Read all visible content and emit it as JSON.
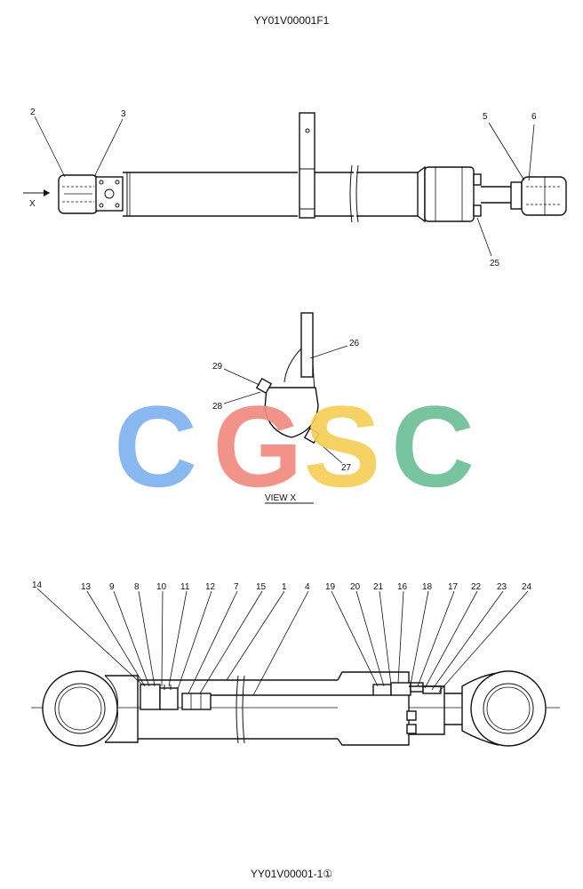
{
  "header_code": "YY01V00001F1",
  "footer_code": "YY01V00001-1①",
  "view_label": "VIEW  X",
  "arrow_label": "X",
  "watermark": {
    "letters": [
      {
        "char": "C",
        "color": "#7fb2f0"
      },
      {
        "char": "G",
        "color": "#f08a80"
      },
      {
        "char": "S",
        "color": "#f5cf56"
      },
      {
        "char": "C",
        "color": "#6dbf97"
      }
    ]
  },
  "part_numbers": {
    "top": [
      "2",
      "3",
      "5",
      "6",
      "25"
    ],
    "view": [
      "26",
      "29",
      "28",
      "27"
    ],
    "section": [
      "14",
      "13",
      "9",
      "8",
      "10",
      "11",
      "12",
      "7",
      "15",
      "1",
      "4",
      "19",
      "20",
      "21",
      "16",
      "18",
      "17",
      "22",
      "23",
      "24"
    ]
  }
}
